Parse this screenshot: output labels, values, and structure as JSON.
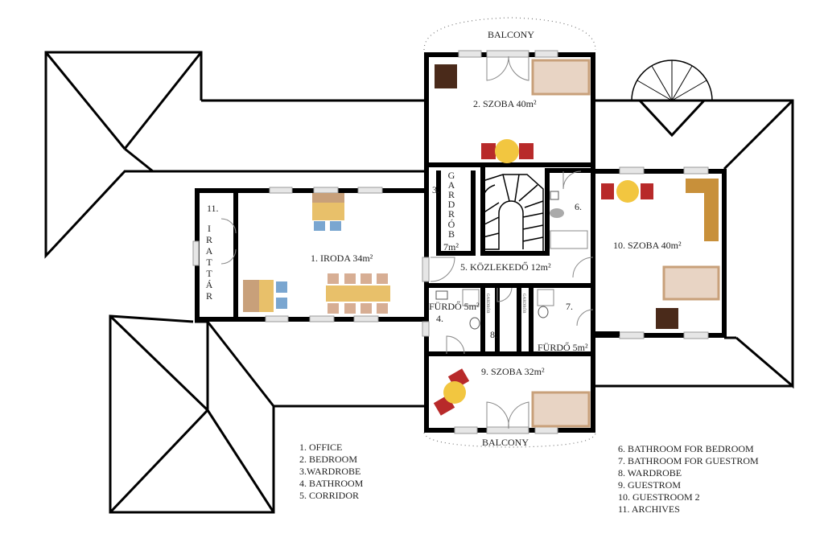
{
  "plan": {
    "balcony_top": "BALCONY",
    "balcony_bottom": "BALCONY",
    "rooms": {
      "office": "1. IRODA 34m²",
      "bedroom": "2.  SZOBA 40m²",
      "wardrobe_num": "3.",
      "wardrobe_vertical": [
        "G",
        "A",
        "R",
        "D",
        "R",
        "Ó",
        "B"
      ],
      "wardrobe_area": "7m²",
      "bathroom4_area": "FÜRDŐ 5m²",
      "bathroom4_num": "4.",
      "corridor": "5. KÖZLEKEDŐ 12m²",
      "bathroom6": "6.",
      "bathroom7_num": "7.",
      "bathroom7_area": "FÜRDŐ 5m²",
      "wardrobe8": "8.",
      "wardrobe8_small": "GARDRÓB",
      "guestroom": "9.  SZOBA 32m²",
      "guestroom2": "10. SZOBA 40m²",
      "archives_num": "11.",
      "archives_vertical": [
        "I",
        "R",
        "A",
        "T",
        "T",
        "Á",
        "R"
      ]
    }
  },
  "legend_left": [
    "1. OFFICE",
    "2. BEDROOM",
    "3.WARDROBE",
    "4. BATHROOM",
    "5. CORRIDOR"
  ],
  "legend_right": [
    "6. BATHROOM FOR BEDROOM",
    "7. BATHROOM FOR GUESTROM",
    "8. WARDROBE",
    "9. GUESTROM",
    "10. GUESTROOM 2",
    "11. ARCHIVES"
  ],
  "colors": {
    "sofa": "#c8a07a",
    "table": "#e8c06a",
    "chair_blue": "#7aa6d0",
    "chair_red": "#b82a2a",
    "bed": "#e8d4c4",
    "cabinet": "#4a2a1a"
  }
}
